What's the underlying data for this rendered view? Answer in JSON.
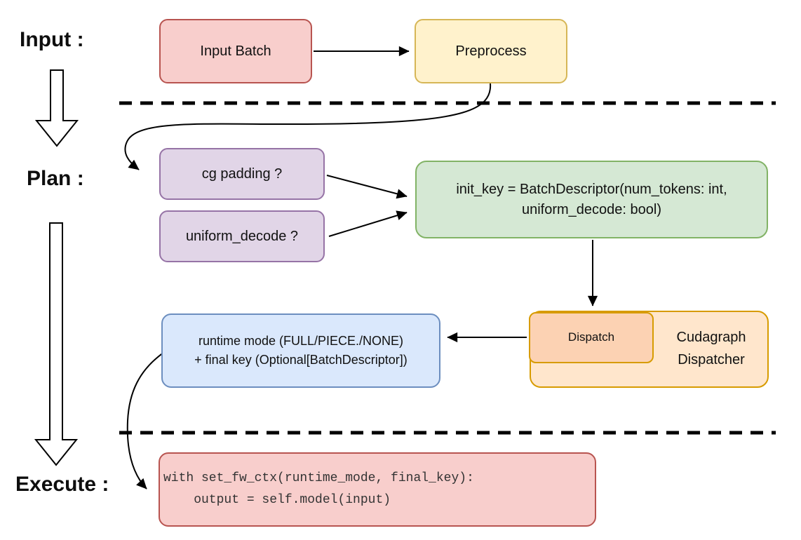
{
  "sections": {
    "input_label": "Input :",
    "plan_label": "Plan :",
    "execute_label": "Execute :"
  },
  "nodes": {
    "input_batch": {
      "label": "Input Batch",
      "fill": "#f8cecc",
      "stroke": "#b85450"
    },
    "preprocess": {
      "label": "Preprocess",
      "fill": "#fff2cc",
      "stroke": "#d6b656"
    },
    "cg_padding": {
      "label": "cg padding ?",
      "fill": "#e1d5e7",
      "stroke": "#9673a6"
    },
    "uniform_decode": {
      "label": "uniform_decode ?",
      "fill": "#e1d5e7",
      "stroke": "#9673a6"
    },
    "init_key": {
      "line1": "init_key = BatchDescriptor(num_tokens: int,",
      "line2": "uniform_decode: bool)",
      "fill": "#d5e8d4",
      "stroke": "#82b366"
    },
    "dispatch": {
      "label": "Dispatch",
      "fill": "#fcd2b3",
      "stroke": "#d79b00"
    },
    "cudagraph_dispatcher": {
      "line1": "Cudagraph",
      "line2": "Dispatcher",
      "fill": "#ffe6cc",
      "stroke": "#d79b00"
    },
    "runtime_mode": {
      "line1": "runtime mode (FULL/PIECE./NONE)",
      "line2": "+ final key (Optional[BatchDescriptor])",
      "fill": "#dae8fc",
      "stroke": "#6c8ebf"
    },
    "execute_code": {
      "line1": "with set_fw_ctx(runtime_mode, final_key):",
      "line2": "    output = self.model(input)",
      "fill": "#f8cecc",
      "stroke": "#b85450"
    }
  },
  "colors": {
    "connector": "#000000",
    "divider": "#000000",
    "code_text": "#333333"
  }
}
